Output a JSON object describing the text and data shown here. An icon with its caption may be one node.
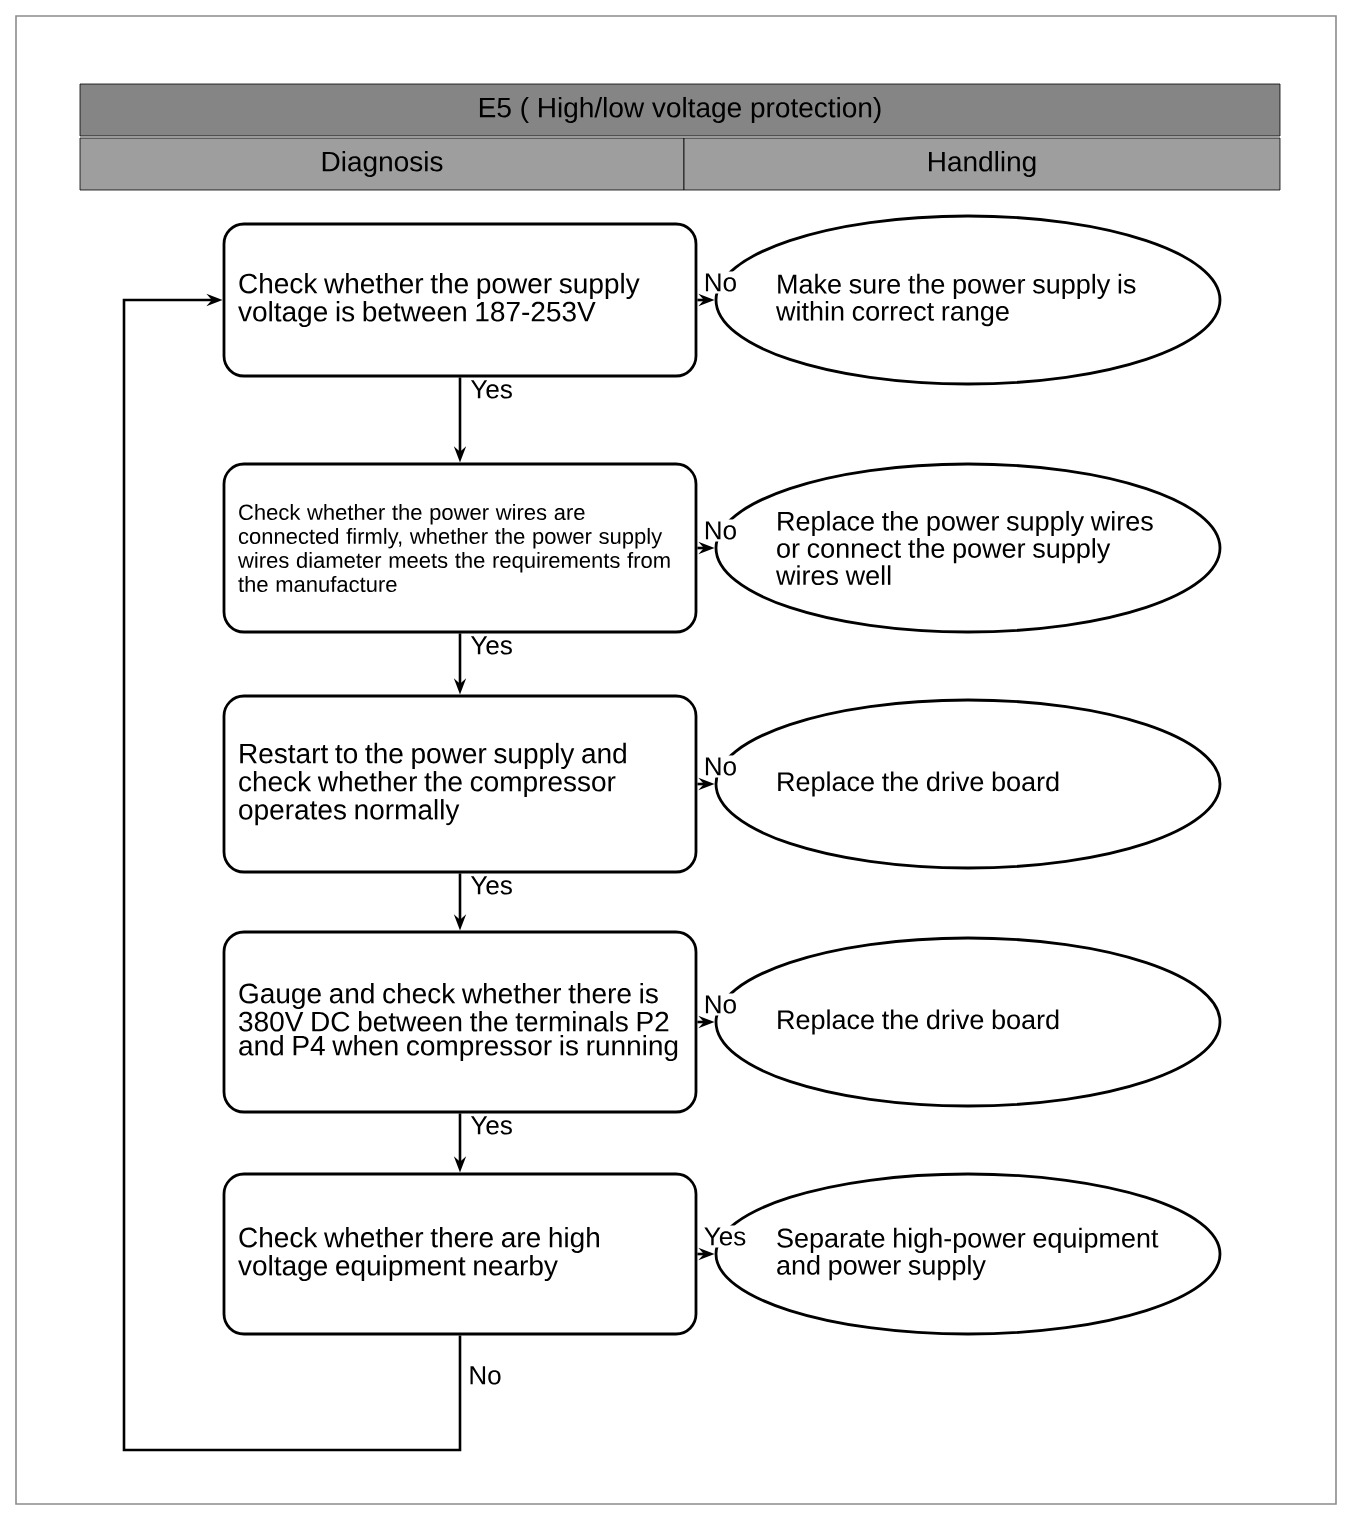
{
  "diagram": {
    "nodes": [
      {
        "text": [
          "E5 ( High/low voltage protection)"
        ]
      },
      {
        "text": [
          "Diagnosis"
        ]
      },
      {
        "text": [
          "Handling"
        ]
      },
      {
        "text": [
          "Check whether the power supply voltage is between 187-253V"
        ]
      },
      {
        "text": [
          "Make sure the power supply is within correct range"
        ]
      },
      {
        "text": [
          "Check whether the power wires are connected firmly, whether the power supply wires diameter meets the requirements from the manufacture"
        ]
      },
      {
        "text": [
          "Replace the power supply wires or connect the power supply wires well"
        ]
      },
      {
        "text": [
          "Restart to the power supply and check whether the compressor operates normally"
        ]
      },
      {
        "text": [
          "Replace the drive board"
        ]
      },
      {
        "text": [
          "Gauge and check whether there is 380V DC between the terminals P2 and P4 when compressor is running"
        ]
      },
      {
        "text": [
          "Replace the drive board"
        ]
      },
      {
        "text": [
          "Check whether there are high voltage equipment nearby"
        ]
      },
      {
        "text": [
          "Separate high-power equipment and power supply"
        ]
      }
    ],
    "edges": [
      {
        "from": 3,
        "to": 4,
        "arrow": "to",
        "label": "No"
      },
      {
        "from": 3,
        "to": 5,
        "arrow": "to",
        "label": "Yes"
      },
      {
        "from": 5,
        "to": 6,
        "arrow": "to",
        "label": "No"
      },
      {
        "from": 5,
        "to": 7,
        "arrow": "to",
        "label": "Yes"
      },
      {
        "from": 7,
        "to": 8,
        "arrow": "to",
        "label": "No"
      },
      {
        "from": 7,
        "to": 9,
        "arrow": "to",
        "label": "Yes"
      },
      {
        "from": 9,
        "to": 10,
        "arrow": "to",
        "label": "No"
      },
      {
        "from": 9,
        "to": 11,
        "arrow": "to",
        "label": "Yes"
      },
      {
        "from": 11,
        "to": 12,
        "arrow": "to",
        "label": "Yes"
      },
      {
        "from": 11,
        "to": 3,
        "arrow": "to",
        "label": "No"
      }
    ]
  }
}
